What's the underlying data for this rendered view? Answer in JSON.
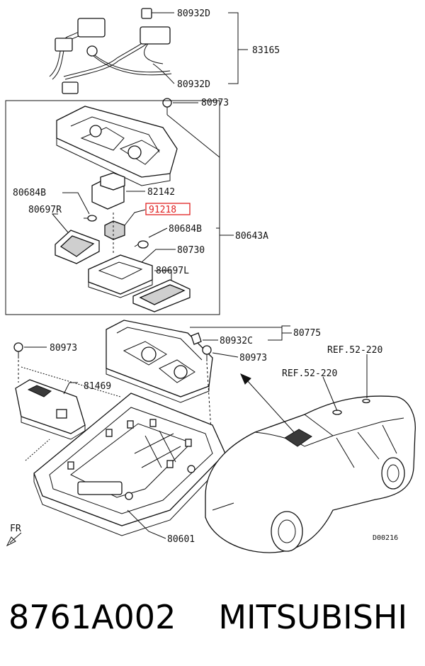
{
  "labels": {
    "p80932D_top": "80932D",
    "p83165": "83165",
    "p80932D_bot": "80932D",
    "p80973_a": "80973",
    "p80684B_l": "80684B",
    "p82142": "82142",
    "p80697R": "80697R",
    "p91218": "91218",
    "p80684B_r": "80684B",
    "p80643A": "80643A",
    "p80730": "80730",
    "p80697L": "80697L",
    "p80775": "80775",
    "p80932C": "80932C",
    "p80973_b": "80973",
    "p80973_c": "80973",
    "p81469": "81469",
    "ref_a": "REF.52-220",
    "ref_b": "REF.52-220",
    "p80601": "80601",
    "fr": "FR",
    "diagram_code": "D00216"
  },
  "highlight": {
    "part": "91218",
    "color": "#e02020"
  },
  "caption": {
    "part_number": "8761A002",
    "brand": "MITSUBISHI"
  }
}
